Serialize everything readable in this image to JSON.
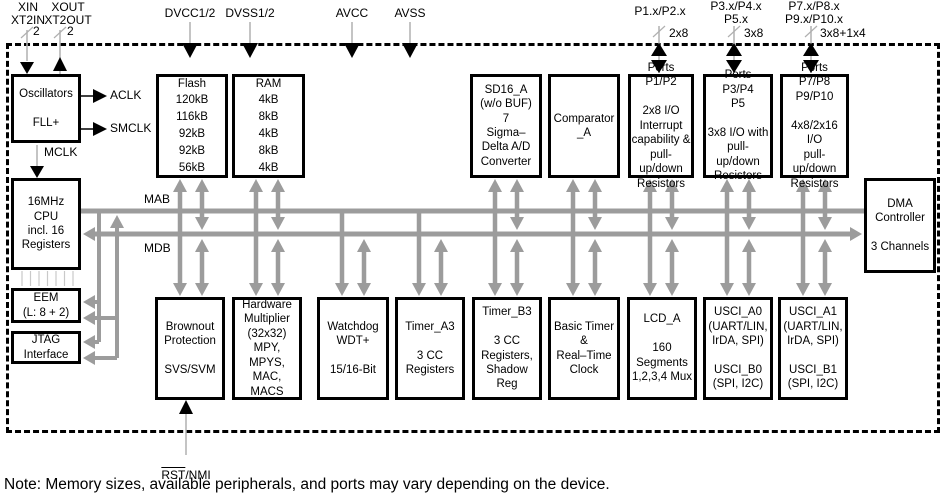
{
  "colors": {
    "bus": "#9c9c9c",
    "pin_line": "#b0b0b0",
    "ribbon": "#c9c9c9",
    "block_border": "#000000",
    "background": "#ffffff"
  },
  "pins": {
    "xin": {
      "name": [
        "XIN",
        "XT2IN"
      ],
      "width": "2"
    },
    "xout": {
      "name": [
        "XOUT",
        "XT2OUT"
      ],
      "width": "2"
    },
    "dvcc": {
      "name": "DVCC1/2"
    },
    "dvss": {
      "name": "DVSS1/2"
    },
    "avcc": {
      "name": "AVCC"
    },
    "avss": {
      "name": "AVSS"
    },
    "p12": {
      "name": "P1.x/P2.x",
      "width": "2x8"
    },
    "p345": {
      "name": [
        "P3.x/P4.x",
        "P5.x"
      ],
      "width": "3x8"
    },
    "p78910": {
      "name": [
        "P7.x/P8.x",
        "P9.x/P10.x"
      ],
      "width": "3x8+1x4"
    },
    "rst": {
      "overlined": "RST",
      "plain": "/NMI"
    }
  },
  "clocks": {
    "aclk": "ACLK",
    "smclk": "SMCLK",
    "mclk": "MCLK"
  },
  "buses": {
    "address": "MAB",
    "data": "MDB"
  },
  "blocks": {
    "oscillators": [
      "Oscillators",
      "",
      "FLL+"
    ],
    "cpu": [
      "16MHz",
      "CPU",
      "incl. 16",
      "Registers"
    ],
    "eem": [
      "EEM",
      "(L: 8 + 2)"
    ],
    "jtag": [
      "JTAG",
      "Interface"
    ],
    "flash": [
      "Flash",
      "120kB",
      "116kB",
      "92kB",
      "92kB",
      "56kB"
    ],
    "ram": [
      "RAM",
      "4kB",
      "8kB",
      "4kB",
      "8kB",
      "4kB"
    ],
    "sd16": [
      "SD16_A",
      "(w/o BUF)",
      "7",
      "Sigma–",
      "Delta A/D",
      "Converter"
    ],
    "comparator": [
      "Comparator",
      "_A"
    ],
    "ports12": [
      "Ports P1/P2",
      "",
      "2x8 I/O",
      "Interrupt",
      "capability &",
      "pull-up/down",
      "Resistors"
    ],
    "ports345": [
      "Ports",
      "P3/P4",
      "P5",
      "",
      "3x8 I/O with",
      "pull-up/down",
      "Resistors"
    ],
    "ports78910": [
      "Ports",
      "P7/P8",
      "P9/P10",
      "",
      "4x8/2x16 I/O",
      "pull-up/down",
      "Resistors"
    ],
    "dma": [
      "DMA",
      "Controller",
      "",
      "3 Channels"
    ],
    "brownout": [
      "Brownout",
      "Protection",
      "",
      "SVS/SVM"
    ],
    "multiplier": [
      "Hardware",
      "Multiplier",
      "(32x32)",
      "MPY,",
      "MPYS,",
      "MAC,",
      "MACS"
    ],
    "watchdog": [
      "Watchdog",
      "WDT+",
      "",
      "15/16-Bit"
    ],
    "timer_a3": [
      "Timer_A3",
      "",
      "3 CC",
      "Registers"
    ],
    "timer_b3": [
      "Timer_B3",
      "",
      "3 CC",
      "Registers,",
      "Shadow",
      "Reg"
    ],
    "basic_timer": [
      "Basic Timer",
      "&",
      "Real–Time",
      "Clock"
    ],
    "lcd": [
      "LCD_A",
      "",
      "160",
      "Segments",
      "1,2,3,4 Mux"
    ],
    "usci0": [
      "USCI_A0",
      "(UART/LIN,",
      "IrDA, SPI)",
      "",
      "USCI_B0",
      "(SPI, I2C)"
    ],
    "usci1": [
      "USCI_A1",
      "(UART/LIN,",
      "IrDA, SPI)",
      "",
      "USCI_B1",
      "(SPI, I2C)"
    ]
  },
  "note": "Note: Memory sizes, available peripherals, and ports may vary depending on the device."
}
